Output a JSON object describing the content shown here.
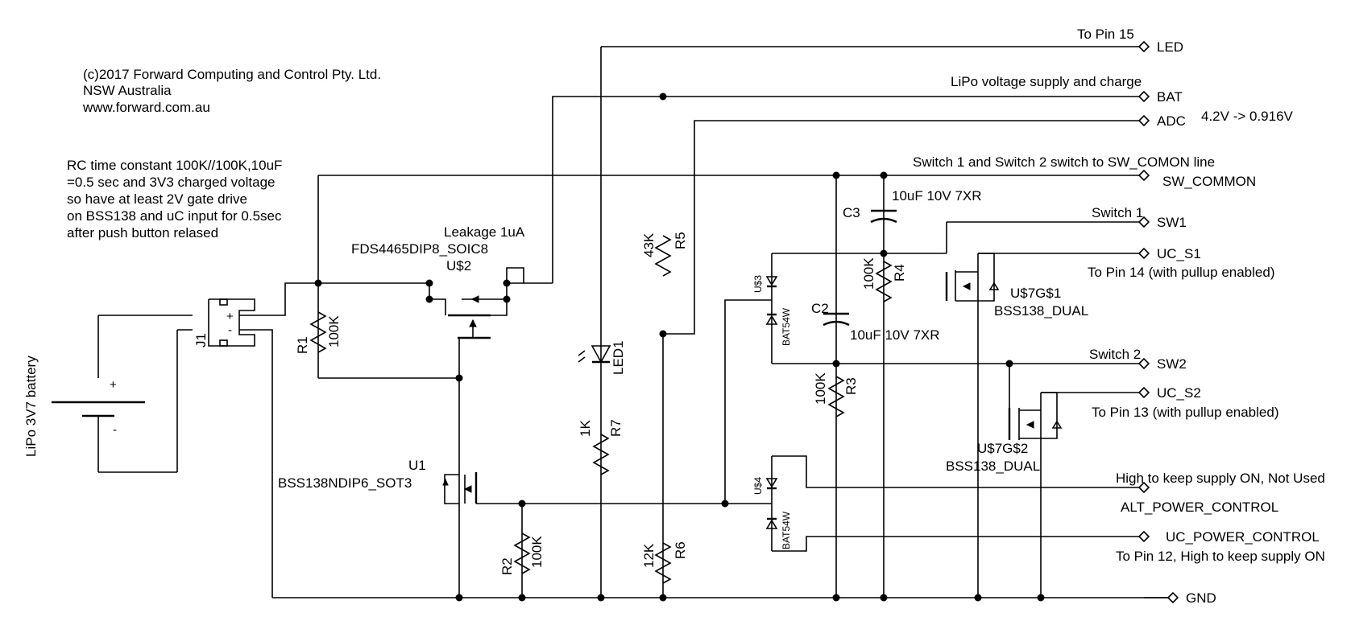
{
  "copyright": [
    "(c)2017 Forward Computing and Control Pty. Ltd.",
    "NSW Australia",
    "www.forward.com.au"
  ],
  "rc_note": [
    "RC time constant 100K//100K,10uF",
    "=0.5 sec and 3V3 charged voltage",
    "so have at least 2V gate drive",
    "on BSS138 and uC input for 0.5sec",
    "after push button relased"
  ],
  "battery": {
    "label": "LiPo 3V7 battery",
    "plus": "+",
    "minus": "-"
  },
  "connector": {
    "name": "J1",
    "plus": "+",
    "minus": "-"
  },
  "mosfet_u2": {
    "note": "Leakage 1uA",
    "part": "FDS4465DIP8_SOIC8",
    "name": "U$2"
  },
  "mosfet_u1": {
    "name": "U1",
    "part": "BSS138NDIP6_SOT3"
  },
  "r1": {
    "name": "R1",
    "value": "100K"
  },
  "r2": {
    "name": "R2",
    "value": "100K"
  },
  "r3": {
    "name": "R3",
    "value": "100K"
  },
  "r4": {
    "name": "R4",
    "value": "100K"
  },
  "r5": {
    "name": "R5",
    "value": "43K"
  },
  "r6": {
    "name": "R6",
    "value": "12K"
  },
  "r7": {
    "name": "R7",
    "value": "1K"
  },
  "led1": {
    "name": "LED1"
  },
  "c2": {
    "name": "C2",
    "value": "10uF 10V 7XR"
  },
  "c3": {
    "name": "C3",
    "value": "10uF 10V 7XR"
  },
  "u3": {
    "name": "U$3",
    "part": "BAT54W"
  },
  "u4": {
    "name": "U$4",
    "part": "BAT54W"
  },
  "q1": {
    "name": "U$7G$1",
    "part": "BSS138_DUAL"
  },
  "q2": {
    "name": "U$7G$2",
    "part": "BSS138_DUAL"
  },
  "ports": {
    "led": {
      "label": "LED",
      "note": "To Pin 15"
    },
    "bat": {
      "label": "BAT",
      "note": "LiPo voltage supply and charge"
    },
    "adc": {
      "label": "ADC",
      "note": "4.2V -> 0.916V"
    },
    "sw_common": {
      "label": "SW_COMMON",
      "note": "Switch 1 and Switch 2 switch to SW_COMON line"
    },
    "sw1": {
      "label": "SW1",
      "note": "Switch 1"
    },
    "uc_s1": {
      "label": "UC_S1",
      "note": "To Pin 14 (with pullup enabled)"
    },
    "sw2": {
      "label": "SW2",
      "note": "Switch 2"
    },
    "uc_s2": {
      "label": "UC_S2",
      "note": "To Pin 13 (with pullup enabled)"
    },
    "alt_power": {
      "label": "ALT_POWER_CONTROL",
      "note": "High to keep supply ON, Not Used"
    },
    "uc_power": {
      "label": "UC_POWER_CONTROL",
      "note": "To Pin 12, High to keep supply ON"
    },
    "gnd": {
      "label": "GND"
    }
  }
}
